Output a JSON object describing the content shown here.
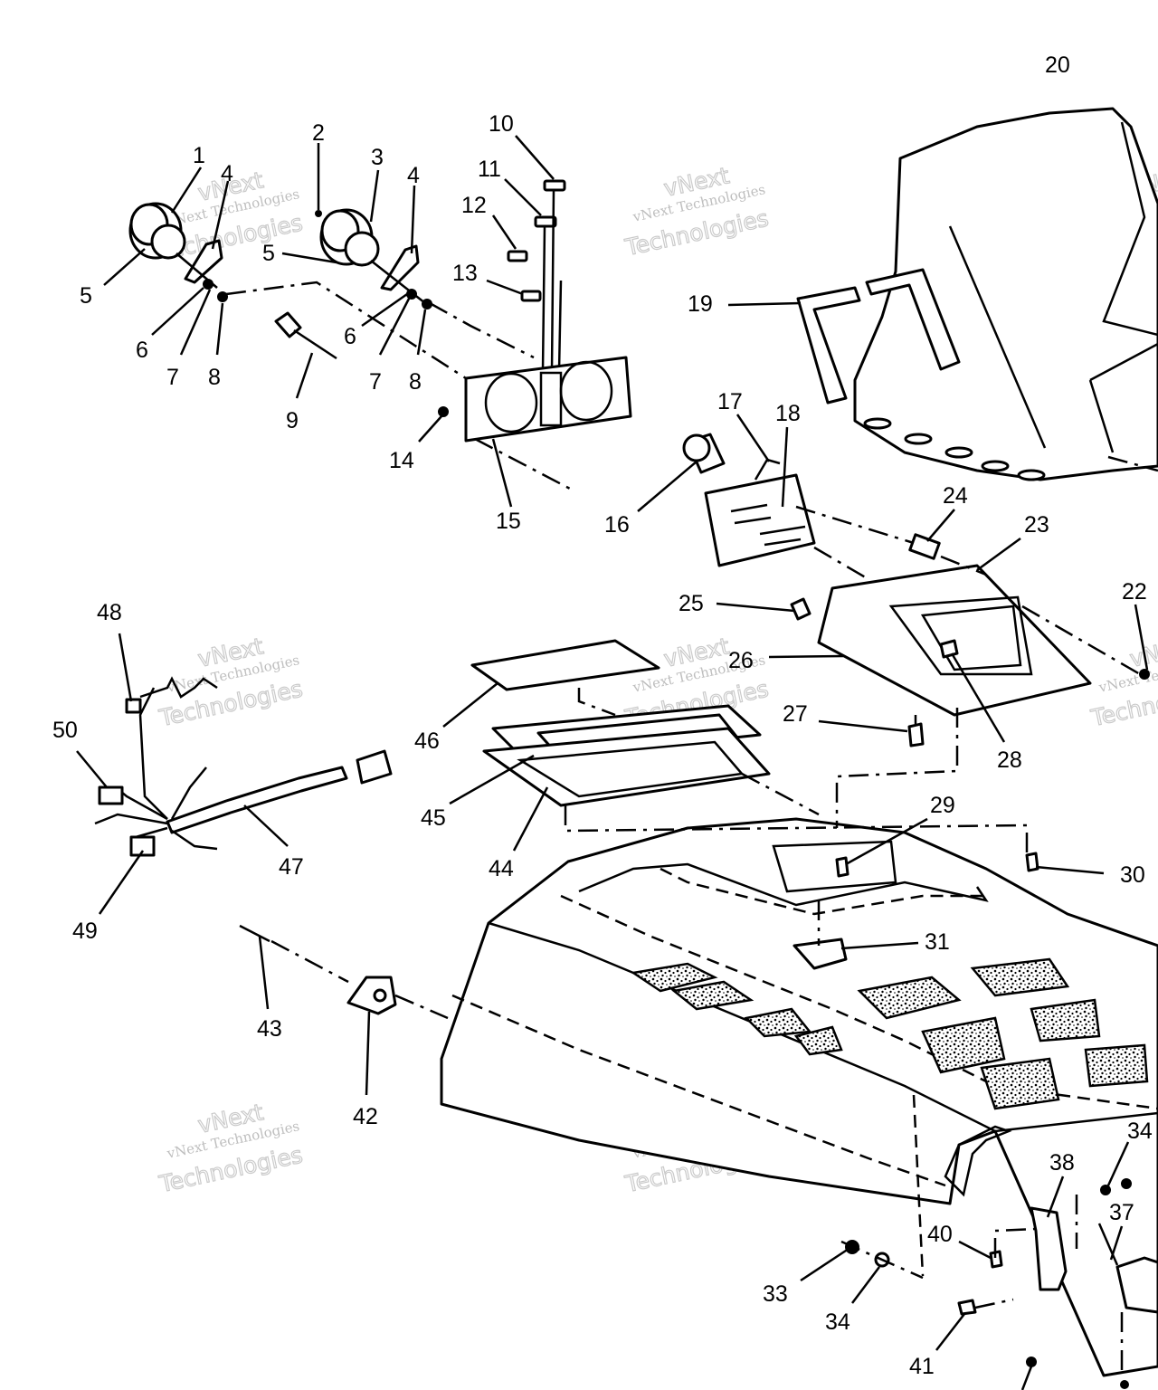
{
  "diagram": {
    "callouts": [
      {
        "id": "1",
        "label": "1"
      },
      {
        "id": "2",
        "label": "2"
      },
      {
        "id": "3",
        "label": "3"
      },
      {
        "id": "4a",
        "label": "4"
      },
      {
        "id": "4b",
        "label": "4"
      },
      {
        "id": "5a",
        "label": "5"
      },
      {
        "id": "5b",
        "label": "5"
      },
      {
        "id": "6a",
        "label": "6"
      },
      {
        "id": "6b",
        "label": "6"
      },
      {
        "id": "7a",
        "label": "7"
      },
      {
        "id": "7b",
        "label": "7"
      },
      {
        "id": "8a",
        "label": "8"
      },
      {
        "id": "8b",
        "label": "8"
      },
      {
        "id": "9",
        "label": "9"
      },
      {
        "id": "10",
        "label": "10"
      },
      {
        "id": "11",
        "label": "11"
      },
      {
        "id": "12",
        "label": "12"
      },
      {
        "id": "13",
        "label": "13"
      },
      {
        "id": "14",
        "label": "14"
      },
      {
        "id": "15",
        "label": "15"
      },
      {
        "id": "16",
        "label": "16"
      },
      {
        "id": "17",
        "label": "17"
      },
      {
        "id": "18",
        "label": "18"
      },
      {
        "id": "19",
        "label": "19"
      },
      {
        "id": "20",
        "label": "20"
      },
      {
        "id": "22",
        "label": "22"
      },
      {
        "id": "23",
        "label": "23"
      },
      {
        "id": "24",
        "label": "24"
      },
      {
        "id": "25",
        "label": "25"
      },
      {
        "id": "26",
        "label": "26"
      },
      {
        "id": "27",
        "label": "27"
      },
      {
        "id": "28",
        "label": "28"
      },
      {
        "id": "29",
        "label": "29"
      },
      {
        "id": "30",
        "label": "30"
      },
      {
        "id": "31",
        "label": "31"
      },
      {
        "id": "33",
        "label": "33"
      },
      {
        "id": "34a",
        "label": "34"
      },
      {
        "id": "34b",
        "label": "34"
      },
      {
        "id": "37",
        "label": "37"
      },
      {
        "id": "38",
        "label": "38"
      },
      {
        "id": "40",
        "label": "40"
      },
      {
        "id": "41",
        "label": "41"
      },
      {
        "id": "42",
        "label": "42"
      },
      {
        "id": "43",
        "label": "43"
      },
      {
        "id": "44",
        "label": "44"
      },
      {
        "id": "45",
        "label": "45"
      },
      {
        "id": "46",
        "label": "46"
      },
      {
        "id": "47",
        "label": "47"
      },
      {
        "id": "48",
        "label": "48"
      },
      {
        "id": "49",
        "label": "49"
      },
      {
        "id": "50",
        "label": "50"
      }
    ]
  },
  "watermark": {
    "line1": "vNext Technologies",
    "line2": "Technologies",
    "line3": "vNext"
  }
}
